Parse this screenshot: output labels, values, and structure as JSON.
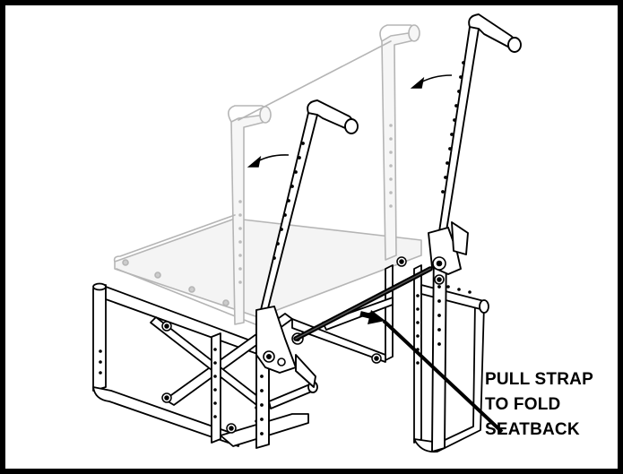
{
  "callout": {
    "lines": [
      "PULL STRAP",
      "TO FOLD",
      "SEATBACK"
    ]
  },
  "colors": {
    "frame": "#000000",
    "ghost": "#b3b3b3",
    "line": "#000000",
    "background": "#ffffff"
  }
}
